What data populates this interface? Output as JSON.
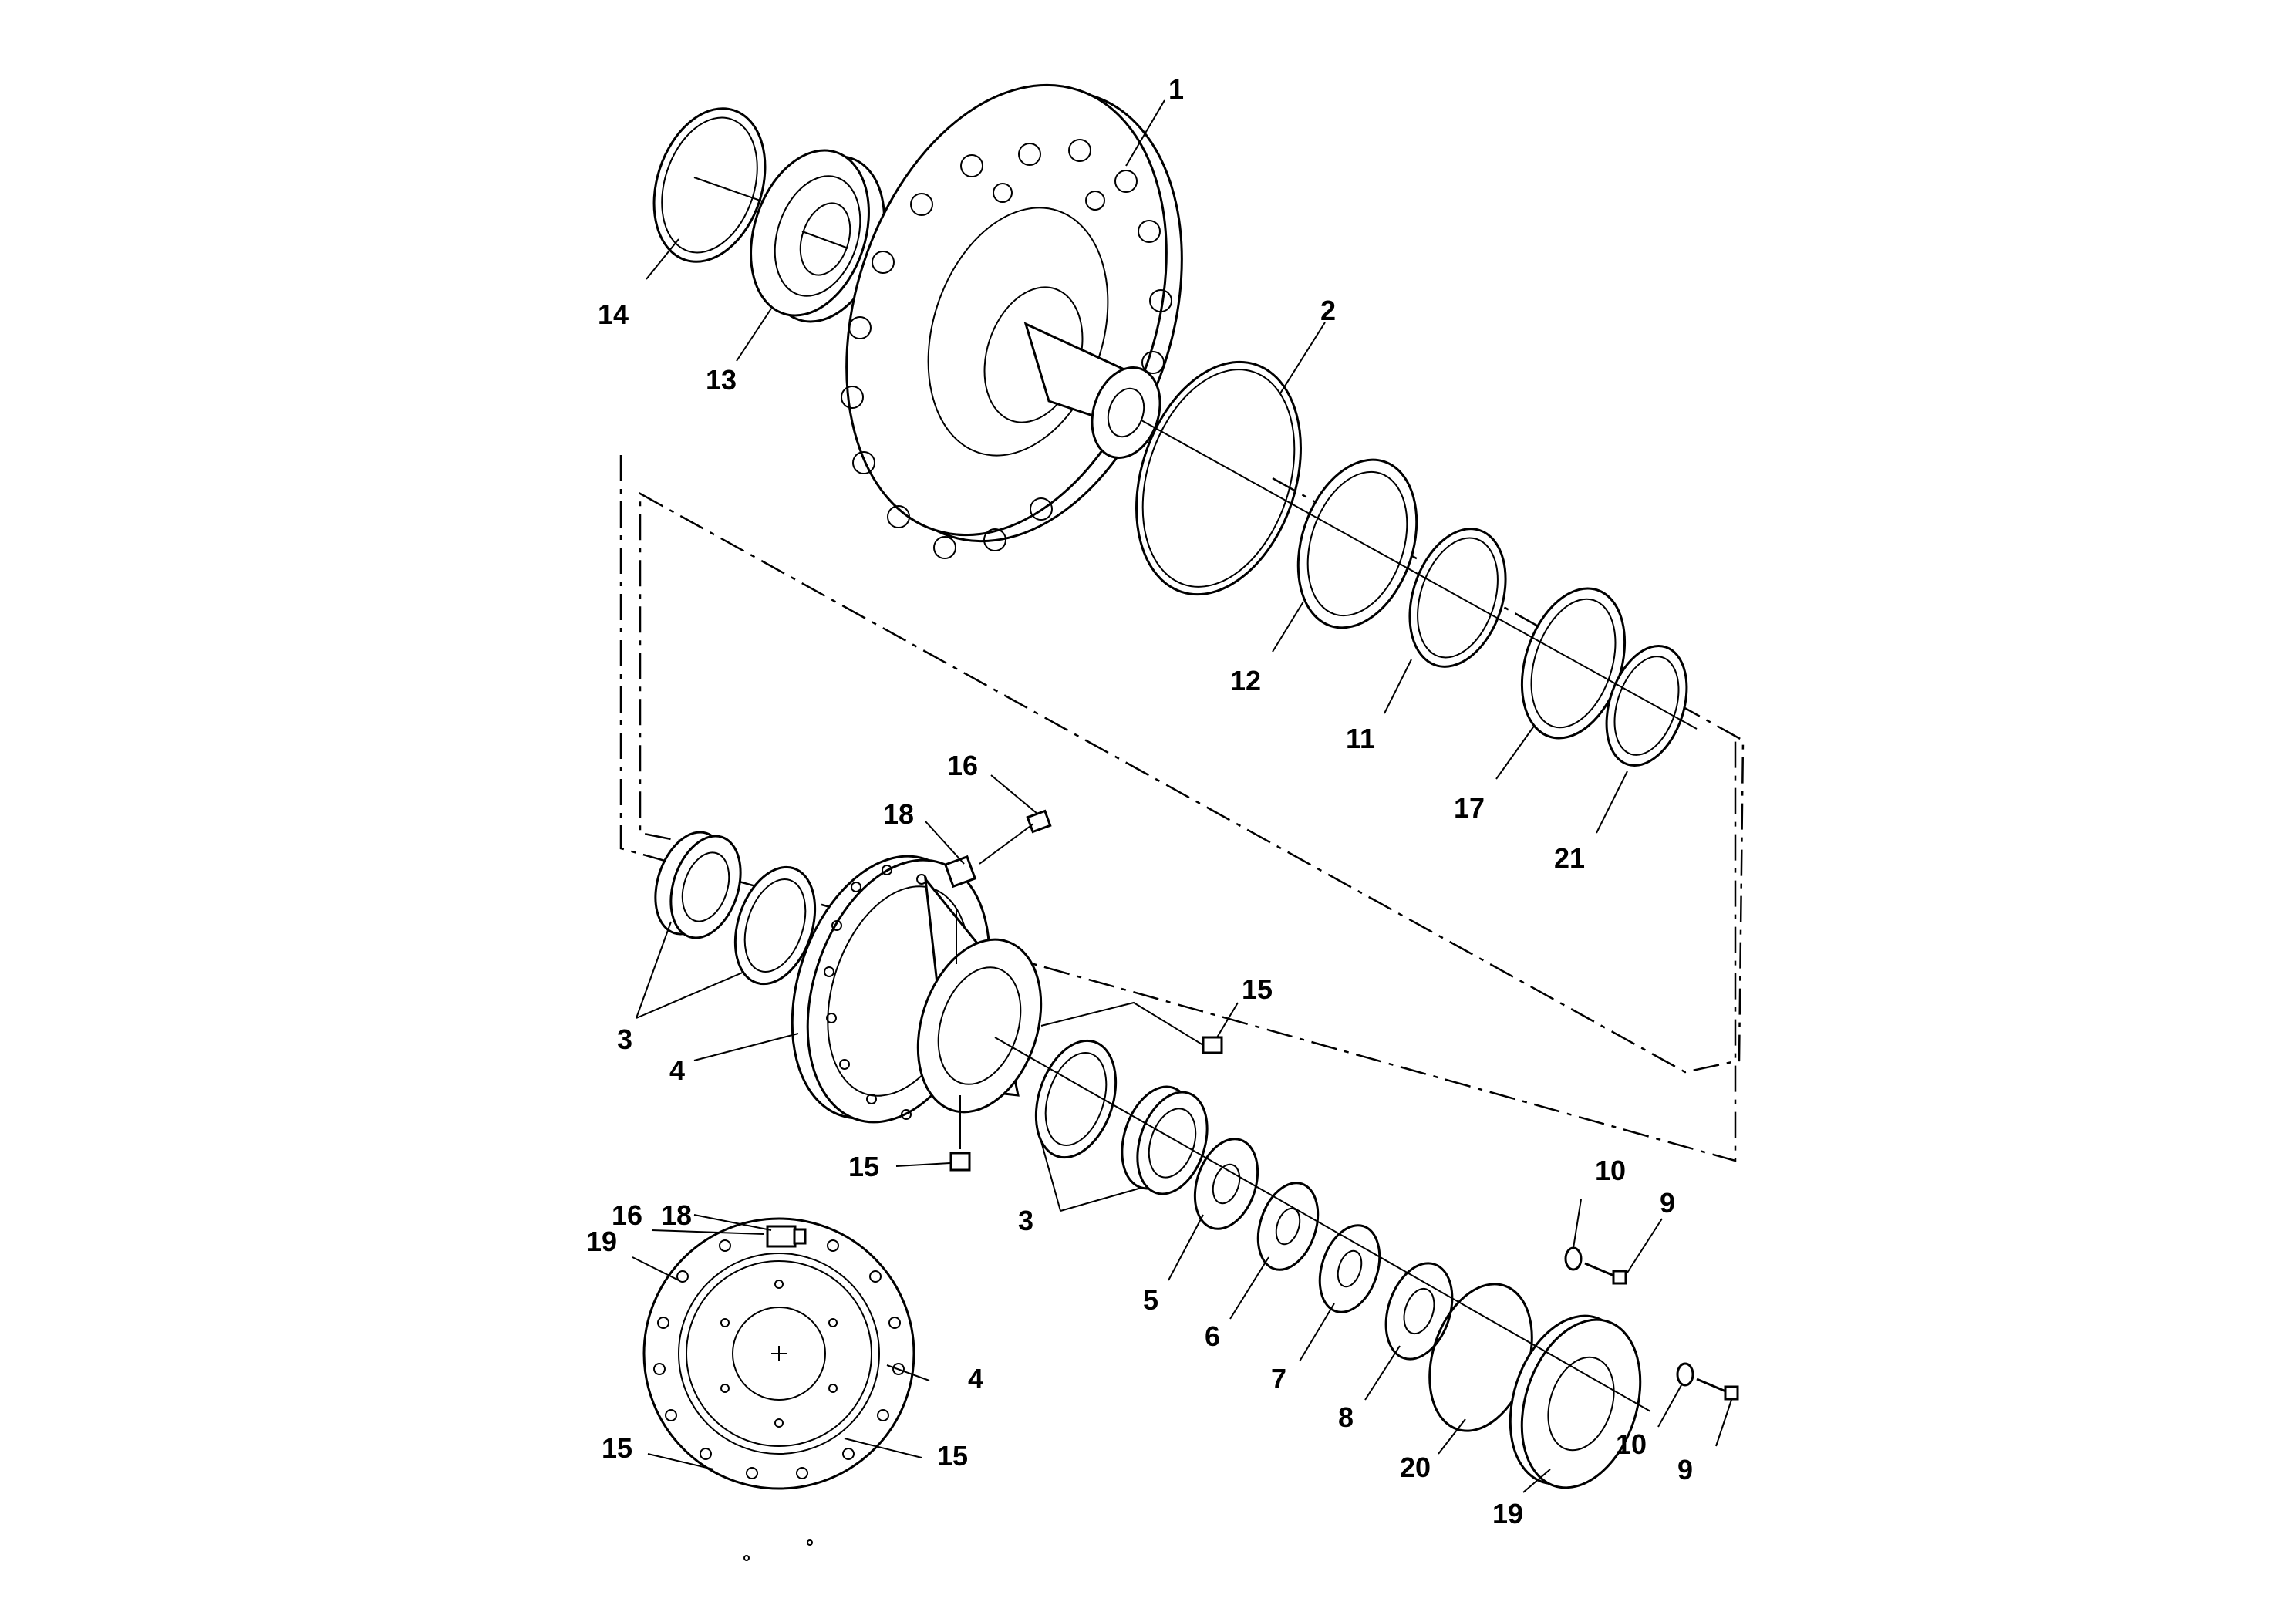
{
  "diagram": {
    "labels": {
      "n1": "1",
      "n2": "2",
      "n3a": "3",
      "n3b": "3",
      "n4a": "4",
      "n4b": "4",
      "n5": "5",
      "n6": "6",
      "n7": "7",
      "n8": "8",
      "n9a": "9",
      "n9b": "9",
      "n10a": "10",
      "n10b": "10",
      "n11": "11",
      "n12": "12",
      "n13": "13",
      "n14": "14",
      "n15a": "15",
      "n15b": "15",
      "n15c": "15",
      "n15d": "15",
      "n16a": "16",
      "n16b": "16",
      "n17": "17",
      "n18a": "18",
      "n18b": "18",
      "n19a": "19",
      "n19b": "19",
      "n20": "20",
      "n21": "21"
    }
  }
}
